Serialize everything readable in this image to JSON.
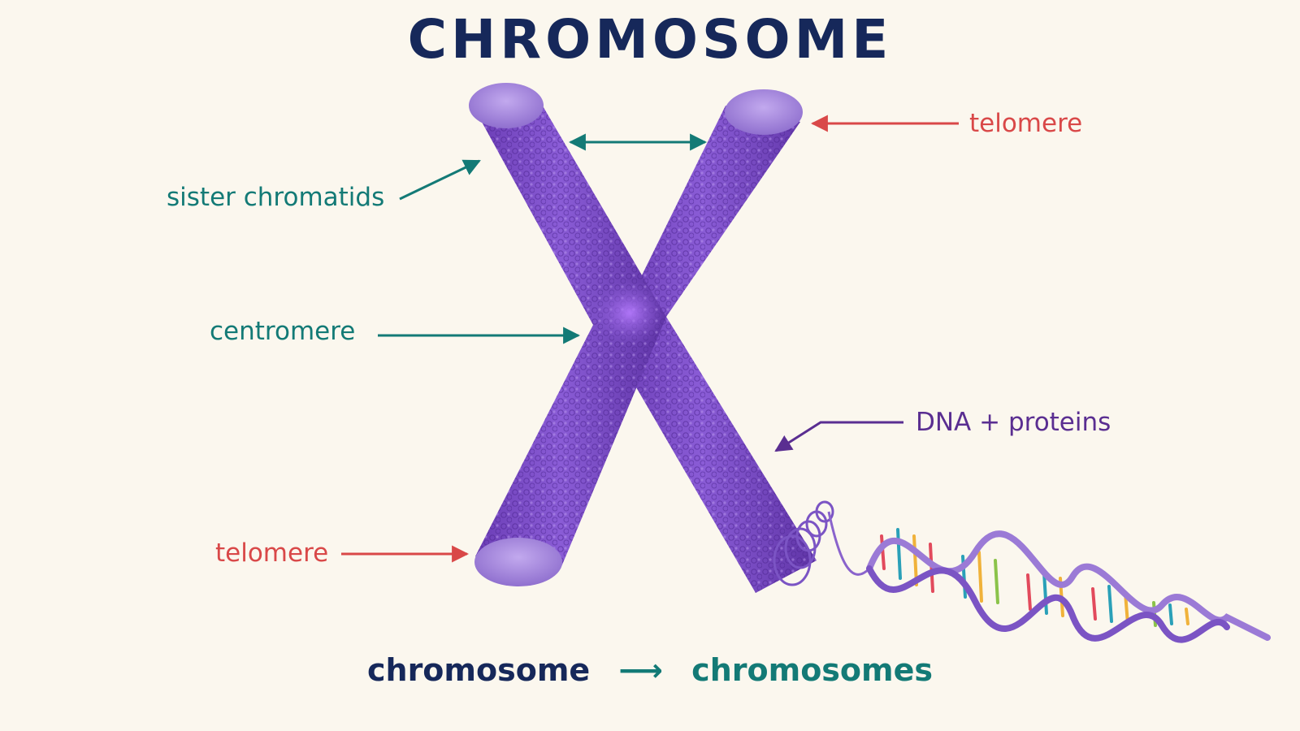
{
  "title": "CHROMOSOME",
  "labels": {
    "sister_chromatids": "sister chromatids",
    "centromere": "centromere",
    "telomere_top": "telomere",
    "telomere_bottom": "telomere",
    "dna_proteins": "DNA + proteins"
  },
  "footer": {
    "singular": "chromosome",
    "arrow": "⟶",
    "plural": "chromosomes"
  },
  "colors": {
    "background": "#fbf7ee",
    "title": "#16285a",
    "chromatid": "#7d4fc9",
    "chromatid_cap": "#a98be0",
    "teal": "#137a76",
    "red": "#d94848",
    "purple_label": "#5a2e91",
    "dna_backbone": "#9b7ad6"
  },
  "icons": {
    "arrow": "arrow-icon",
    "double_arrow": "double-arrow-icon"
  }
}
